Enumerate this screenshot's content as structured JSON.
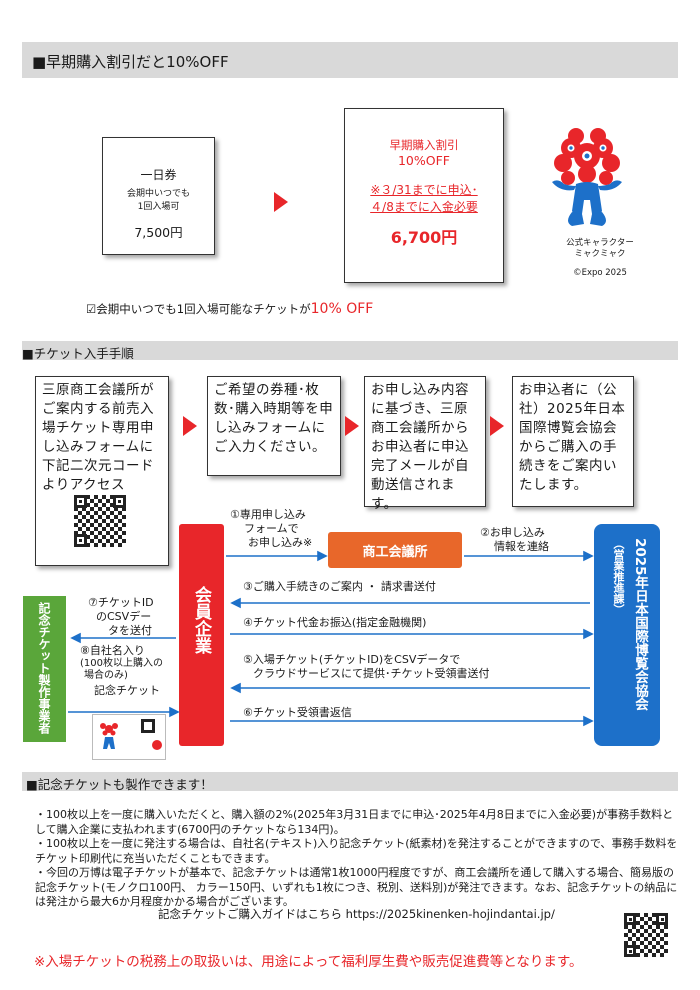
{
  "section1": {
    "title": "■早期購入割引だと10%OFF"
  },
  "ticket_regular": {
    "name": "一日券",
    "desc_line1": "会期中いつでも",
    "desc_line2": "1回入場可",
    "price": "7,500円"
  },
  "ticket_discount": {
    "label": "早期購入割引",
    "off": "10%OFF",
    "note_line1": "※３/31までに申込･",
    "note_line2": "４/8までに入金必要",
    "price": "6,700円"
  },
  "mascot": {
    "line1": "公式キャラクター",
    "line2": "ミャクミャク",
    "copyright": "©Expo 2025"
  },
  "discount_note": {
    "prefix": "☑会期中いつでも1回入場可能なチケットが",
    "emphasis": "10% OFF"
  },
  "section2": {
    "title": "■チケット入手手順"
  },
  "steps": [
    {
      "text": "三原商工会議所がご案内する前売入場チケット専用申し込みフォームに下記二次元コードよりアクセス"
    },
    {
      "text": "ご希望の券種･枚数･購入時期等を申し込みフォームにご入力ください。"
    },
    {
      "text": "お申し込み内容に基づき、三原商工会議所からお申込者に申込完了メールが自動送信されます。"
    },
    {
      "text": "お申込者に（公社）2025年日本国際博覧会協会からご購入の手続きをご案内いたします。"
    }
  ],
  "flow": {
    "member": "会員企業",
    "chamber": "商工会議所",
    "association": "2025年日本国際博覧会協会",
    "association_sub": "（営業推進課）",
    "maker": "記念チケット製作事業者",
    "a1_line1": "①専用申し込み",
    "a1_line2": "フォームで",
    "a1_line3": "お申し込み※",
    "a2_line1": "②お申し込み",
    "a2_line2": "情報を連絡",
    "a3": "③ご購入手続きのご案内 ・ 請求書送付",
    "a4": "④チケット代金お振込(指定金融機関)",
    "a5_line1": "⑤入場チケット(チケットID)をCSVデータで",
    "a5_line2": "クラウドサービスにて提供･チケット受領書送付",
    "a6": "⑥チケット受領書返信",
    "a7_line1": "⑦チケットID",
    "a7_line2": "のCSVデー",
    "a7_line3": "タを送付",
    "a8_line1": "⑧自社名入り",
    "a8_line2": "(100枚以上購入の",
    "a8_line3": "場合のみ)",
    "a8_line4": "記念チケット"
  },
  "section3": {
    "title": "■記念チケットも製作できます！"
  },
  "body": {
    "p1": "・100枚以上を一度に購入いただくと、購入額の2%(2025年3月31日までに申込･2025年4月8日までに入金必要)が事務手数料として購入企業に支払われます(6700円のチケットなら134円)。",
    "p2": "・100枚以上を一度に発注する場合は、自社名(テキスト)入り記念チケット(紙素材)を発注することができますので、事務手数料をチケット印刷代に充当いただくこともできます。",
    "p3": "・今回の万博は電子チケットが基本で、記念チケットは通常1枚1000円程度ですが、商工会議所を通して購入する場合、簡易版の記念チケット(モノクロ100円、 カラー150円、いずれも1枚につき、税別、送料別)が発注できます。なお、記念チケットの納品には発注から最大6か月程度かかる場合がございます。",
    "guide": "記念チケットご購入ガイドはこちら https://2025kinenken-hojindantai.jp/"
  },
  "footer_note": "※入場チケットの税務上の取扱いは、用途によって福利厚生費や販売促進費等となります。",
  "colors": {
    "accent_red": "#e8262a",
    "orange": "#e8672a",
    "blue": "#1d70c9",
    "green": "#5aa63a",
    "gray_bar": "#d9d9d9"
  }
}
